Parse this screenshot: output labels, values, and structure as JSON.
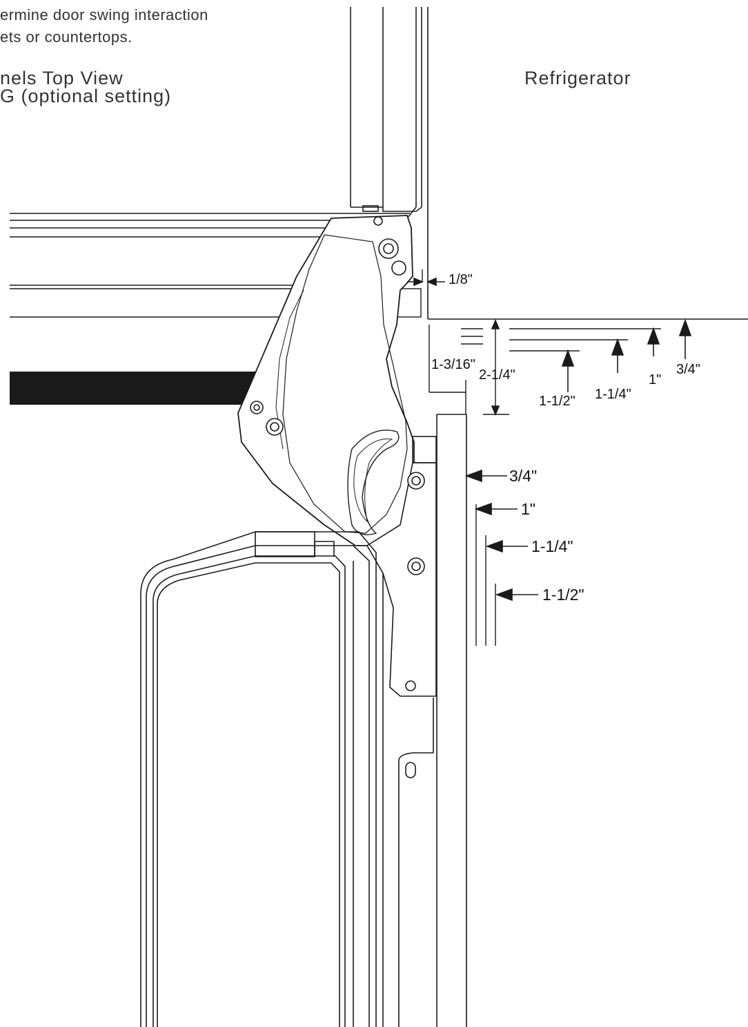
{
  "notes": {
    "line1": "ermine door swing interaction",
    "line2": "ets or countertops.",
    "heading1": "nels Top View",
    "heading2": "G (optional setting)"
  },
  "labels": {
    "refrigerator": "Refrigerator"
  },
  "dimensions": {
    "gap_top": "1/8\"",
    "offset_x": "1-3/16\"",
    "offset_y": "2-1/4\"",
    "top_arrows": [
      "1-1/2\"",
      "1-1/4\"",
      "1\"",
      "3/4\""
    ],
    "side_arrows": [
      "3/4\"",
      "1\"",
      "1-1/4\"",
      "1-1/2\""
    ]
  },
  "colors": {
    "line": "#1a1a1a",
    "text": "#2a2a2a"
  }
}
